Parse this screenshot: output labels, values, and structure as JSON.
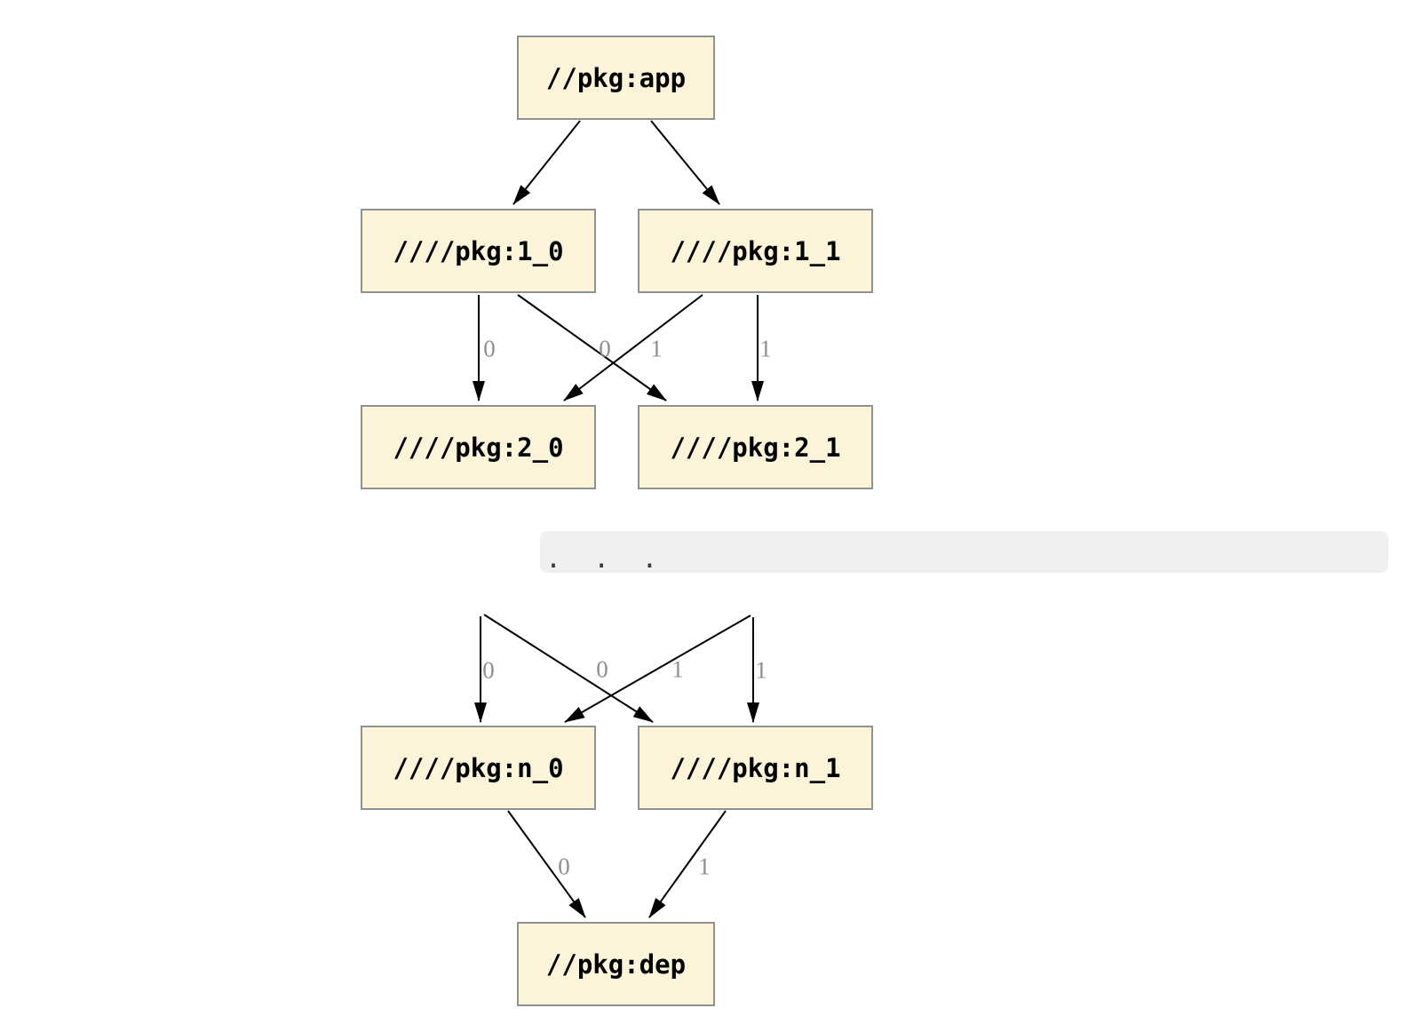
{
  "diagram": {
    "type": "dependency-graph",
    "nodes": [
      {
        "id": "app",
        "label": "//pkg:app"
      },
      {
        "id": "1_0",
        "label": "////pkg:1_0"
      },
      {
        "id": "1_1",
        "label": "////pkg:1_1"
      },
      {
        "id": "2_0",
        "label": "////pkg:2_0"
      },
      {
        "id": "2_1",
        "label": "////pkg:2_1"
      },
      {
        "id": "n_0",
        "label": "////pkg:n_0"
      },
      {
        "id": "n_1",
        "label": "////pkg:n_1"
      },
      {
        "id": "dep",
        "label": "//pkg:dep"
      }
    ],
    "edges": [
      {
        "from": "app",
        "to": "1_0",
        "label": ""
      },
      {
        "from": "app",
        "to": "1_1",
        "label": ""
      },
      {
        "from": "1_0",
        "to": "2_0",
        "label": "0"
      },
      {
        "from": "1_0",
        "to": "2_1",
        "label": "1"
      },
      {
        "from": "1_1",
        "to": "2_0",
        "label": "0"
      },
      {
        "from": "1_1",
        "to": "2_1",
        "label": "1"
      },
      {
        "from": "...",
        "to": "n_0",
        "label": "0"
      },
      {
        "from": "...",
        "to": "n_1",
        "label": "1"
      },
      {
        "from": "...",
        "to": "n_0",
        "label": "0"
      },
      {
        "from": "...",
        "to": "n_1",
        "label": "1"
      },
      {
        "from": "n_0",
        "to": "dep",
        "label": "0"
      },
      {
        "from": "n_1",
        "to": "dep",
        "label": "1"
      }
    ],
    "separator": {
      "ellipsis": ".  .  ."
    },
    "colors": {
      "node_fill": "#fbf4d8",
      "node_border": "#8d9296",
      "edge_color": "#000000",
      "edge_label_color": "#8f8f8f",
      "separator_fill": "#f0f0f0",
      "ellipsis_color": "#3a3a3a",
      "background": "#ffffff",
      "node_text": "#000000"
    }
  }
}
